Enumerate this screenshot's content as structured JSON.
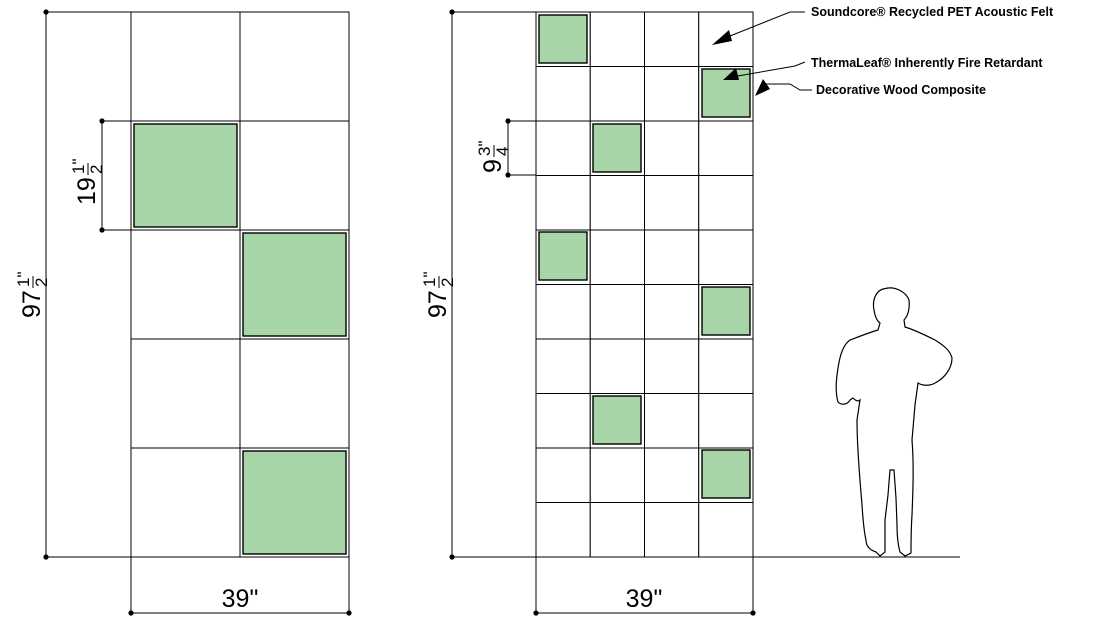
{
  "legend": {
    "felt": "Soundcore® Recycled PET Acoustic Felt",
    "thermaleaf": "ThermaLeaf® Inherently Fire Retardant",
    "wood": "Decorative Wood Composite"
  },
  "left_elevation": {
    "height_whole": "97",
    "height_num": "1\"",
    "height_den": "2",
    "module_whole": "19",
    "module_num": "1\"",
    "module_den": "2",
    "width": "39\""
  },
  "right_elevation": {
    "height_whole": "97",
    "height_num": "1\"",
    "height_den": "2",
    "module_whole": "9",
    "module_num": "3\"",
    "module_den": "4",
    "width": "39\""
  },
  "colors": {
    "panel_fill": "#a8d5a8",
    "line": "#000000",
    "background": "#ffffff"
  },
  "icons": [
    "human-figure-icon",
    "leader-arrow-icon"
  ]
}
